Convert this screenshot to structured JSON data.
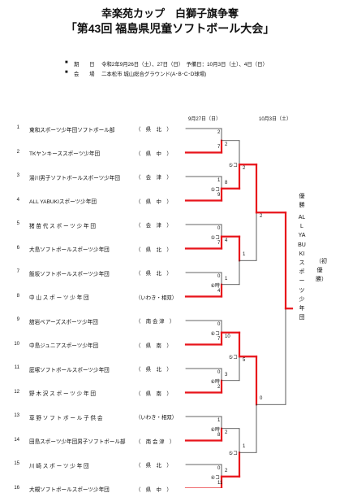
{
  "header": {
    "title": "幸楽苑カップ　白獅子旗争奪",
    "subtitle": "「第43回 福島県児童ソフトボール大会」"
  },
  "info": {
    "bullet": "■",
    "schedule_label": "期　　日",
    "schedule_value": "令和2年9月26日（土）、27日（日）　予備日：10月3日（土）、4日（日）",
    "venue_label": "会　　場",
    "venue_value": "二本松市 城山総合グラウンド(A･B･C･D球場)"
  },
  "rounds": [
    "9月27日（日）",
    "10月3日（土）"
  ],
  "teams": [
    {
      "num": "1",
      "name": "東和スポーツ少年団ソフトボール部",
      "region": "（　県　北　）"
    },
    {
      "num": "2",
      "name": "TKヤンキーススポーツ少年団",
      "region": "（　県　中　）"
    },
    {
      "num": "3",
      "name": "湯川男子ソフトボールスポーツ少年団",
      "region": "（　会　津　）"
    },
    {
      "num": "4",
      "name": "ALL YABUKIスポーツ少年団",
      "region": "（　県　中　）"
    },
    {
      "num": "5",
      "name": "猪苗代スポーツ少年団",
      "region": "（　会　津　）"
    },
    {
      "num": "6",
      "name": "大島ソフトボールスポーツ少年団",
      "region": "（　県　北　）"
    },
    {
      "num": "7",
      "name": "飯坂ソフトボールスポーツ少年団",
      "region": "（　県　北　）"
    },
    {
      "num": "8",
      "name": "中山スポーツ少年団",
      "region": "（いわき・相双）"
    },
    {
      "num": "9",
      "name": "舘岩ベアーズスポーツ少年団",
      "region": "（　南 会 津　）"
    },
    {
      "num": "10",
      "name": "中島ジュニアスポーツ少年団",
      "region": "（　県　南　）"
    },
    {
      "num": "11",
      "name": "庭塚ソフトボールスポーツ少年団",
      "region": "（　県　北　）"
    },
    {
      "num": "12",
      "name": "野木沢スポーツ少年団",
      "region": "（　県　南　）"
    },
    {
      "num": "13",
      "name": "草野ソフトボール子供会",
      "region": "（いわき・相双）"
    },
    {
      "num": "14",
      "name": "田島スポーツ少年団男子ソフトボール部",
      "region": "（　南 会 津　）"
    },
    {
      "num": "15",
      "name": "川崎スポーツ少年団",
      "region": "（　県　北　）"
    },
    {
      "num": "16",
      "name": "大槻ソフトボールスポーツ少年団",
      "region": "（　県　中　）"
    }
  ],
  "round1": [
    {
      "top": "2",
      "bottom": "7",
      "note": ""
    },
    {
      "top": "1",
      "bottom": "9",
      "note": "⑤コ"
    },
    {
      "top": "0",
      "bottom": "7",
      "note": "⑤コ"
    },
    {
      "top": "0",
      "bottom": "4",
      "note": "⑥時"
    },
    {
      "top": "0",
      "bottom": "7",
      "note": "⑥コ"
    },
    {
      "top": "0",
      "bottom": "2",
      "note": "⑥時"
    },
    {
      "top": "1",
      "bottom": "8",
      "note": "⑥時"
    },
    {
      "top": "0",
      "bottom": "11",
      "note": "④コ"
    }
  ],
  "quarterfinals": [
    {
      "top": "2",
      "bottom": "8",
      "note": "⑤コ"
    },
    {
      "top": "4",
      "bottom": "1",
      "note": ""
    },
    {
      "top": "10",
      "bottom": "3",
      "note": "⑤コ"
    },
    {
      "top": "2",
      "bottom": "2",
      "note": "⑤コ"
    }
  ],
  "semifinals": [
    {
      "top": "2",
      "bottom": "1",
      "note": ""
    },
    {
      "top": "5",
      "bottom": "1",
      "note": ""
    }
  ],
  "final": {
    "top": "2",
    "bottom": "0"
  },
  "champion": {
    "label": "優勝",
    "team": "ALL YABUKIスポーツ少年団",
    "note": "（初優勝）"
  },
  "colors": {
    "winner_line": "#e8141b",
    "line": "#333333"
  }
}
